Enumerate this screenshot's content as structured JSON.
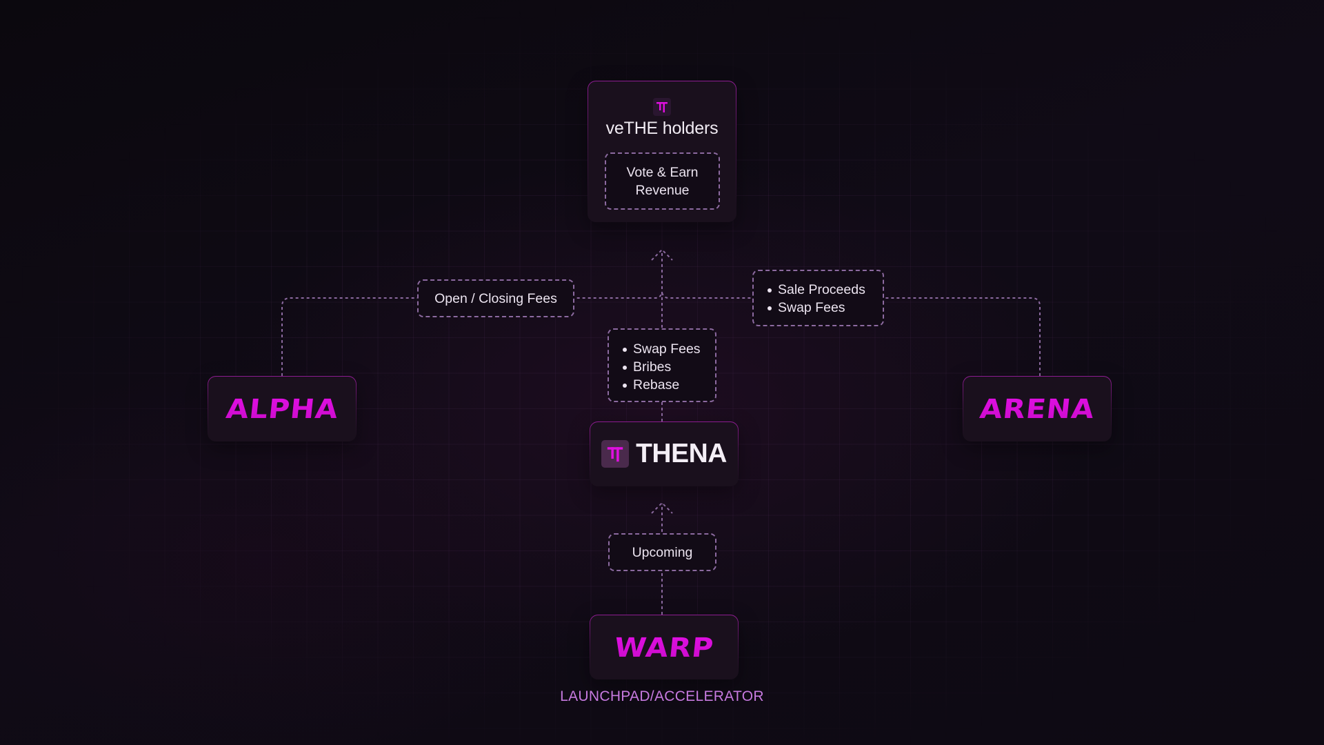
{
  "colors": {
    "background": "#0e0a13",
    "card_fill": "#1a101d",
    "card_border": "#8e1c92",
    "brand_magenta": "#e00fe0",
    "connector": "#8c6aa0",
    "text_light": "#ece4f0",
    "footer_label": "#c77ae0"
  },
  "nodes": {
    "vethe": {
      "icon": "thena-logo-icon",
      "title": "veTHE holders",
      "action": "Vote & Earn Revenue"
    },
    "alpha": {
      "label": "ALPHA"
    },
    "arena": {
      "label": "ARENA"
    },
    "thena": {
      "icon": "thena-logo-icon",
      "label": "THENA"
    },
    "warp": {
      "label": "WARP",
      "caption": "LAUNCHPAD/ACCELERATOR"
    }
  },
  "flows": {
    "alpha_to_vethe": {
      "label": "Open / Closing Fees"
    },
    "arena_to_vethe": {
      "items": [
        "Sale Proceeds",
        "Swap Fees"
      ]
    },
    "thena_to_vethe": {
      "items": [
        "Swap Fees",
        "Bribes",
        "Rebase"
      ]
    },
    "warp_to_thena": {
      "label": "Upcoming"
    }
  }
}
